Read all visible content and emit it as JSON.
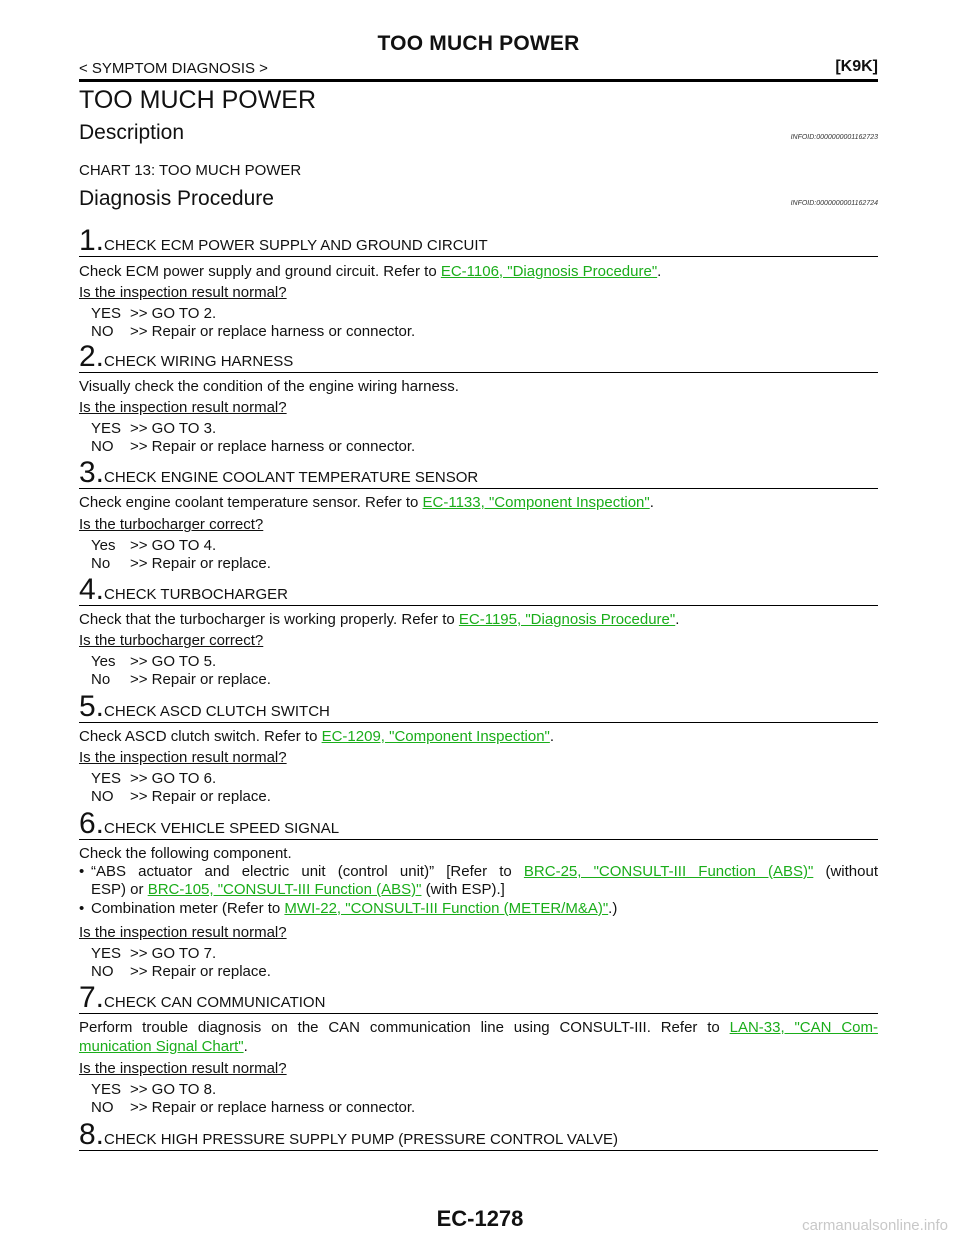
{
  "header": {
    "title": "TOO MUCH POWER",
    "left": "< SYMPTOM DIAGNOSIS >",
    "right": "[K9K]"
  },
  "main_title": "TOO MUCH POWER",
  "description": {
    "heading": "Description",
    "infoid": "INFOID:0000000001162723",
    "text": "CHART 13: TOO MUCH POWER"
  },
  "procedure": {
    "heading": "Diagnosis Procedure",
    "infoid": "INFOID:0000000001162724"
  },
  "steps": [
    {
      "num": "1.",
      "title": "CHECK ECM POWER SUPPLY AND GROUND CIRCUIT",
      "text_pre": "Check ECM power supply and ground circuit. Refer to ",
      "link": "EC-1106, \"Diagnosis Procedure\"",
      "text_post": ".",
      "question": "Is the inspection result normal?",
      "yes_key": "YES",
      "yes": ">> GO TO 2.",
      "no_key": "NO",
      "no": ">> Repair or replace harness or connector."
    },
    {
      "num": "2.",
      "title": "CHECK WIRING HARNESS",
      "text": "Visually check the condition of the engine wiring harness.",
      "question": "Is the inspection result normal?",
      "yes_key": "YES",
      "yes": ">> GO TO 3.",
      "no_key": "NO",
      "no": ">> Repair or replace harness or connector."
    },
    {
      "num": "3.",
      "title": "CHECK ENGINE COOLANT TEMPERATURE SENSOR",
      "text_pre": "Check engine coolant temperature sensor. Refer to ",
      "link": "EC-1133, \"Component Inspection\"",
      "text_post": ".",
      "question": "Is the turbocharger correct?",
      "yes_key": "Yes",
      "yes": ">> GO TO 4.",
      "no_key": "No",
      "no": ">> Repair or replace."
    },
    {
      "num": "4.",
      "title": "CHECK TURBOCHARGER",
      "text_pre": "Check that the turbocharger is working properly. Refer to ",
      "link": "EC-1195, \"Diagnosis Procedure\"",
      "text_post": ".",
      "question": "Is the turbocharger correct?",
      "yes_key": "Yes",
      "yes": ">> GO TO 5.",
      "no_key": "No",
      "no": ">> Repair or replace."
    },
    {
      "num": "5.",
      "title": "CHECK ASCD CLUTCH SWITCH",
      "text_pre": "Check ASCD clutch switch. Refer to ",
      "link": "EC-1209, \"Component Inspection\"",
      "text_post": ".",
      "question": "Is the inspection result normal?",
      "yes_key": "YES",
      "yes": ">> GO TO 6.",
      "no_key": "NO",
      "no": ">> Repair or replace."
    },
    {
      "num": "6.",
      "title": "CHECK VEHICLE SPEED SIGNAL",
      "text": "Check the following component.",
      "b1_pre": "“ABS actuator and electric unit (control unit)” [Refer to ",
      "b1_link1": "BRC-25, \"CONSULT-III Function (ABS)\"",
      "b1_mid1": " (without",
      "b1_l2_pre": "ESP) or ",
      "b1_link2": "BRC-105, \"CONSULT-III Function (ABS)\"",
      "b1_l2_post": " (with ESP).]",
      "b2_pre": "Combination meter (Refer to ",
      "b2_link": "MWI-22, \"CONSULT-III Function (METER/M&A)\"",
      "b2_post": ".)",
      "question": "Is the inspection result normal?",
      "yes_key": "YES",
      "yes": ">> GO TO 7.",
      "no_key": "NO",
      "no": ">> Repair or replace."
    },
    {
      "num": "7.",
      "title": "CHECK CAN COMMUNICATION",
      "text_pre": "Perform trouble diagnosis on the CAN communication line using CONSULT-III. Refer to ",
      "link_a": "LAN-33, \"CAN Com-",
      "link_b": "munication Signal Chart\"",
      "text_post": ".",
      "question": "Is the inspection result normal?",
      "yes_key": "YES",
      "yes": ">> GO TO 8.",
      "no_key": "NO",
      "no": ">> Repair or replace harness or connector."
    },
    {
      "num": "8.",
      "title": "CHECK HIGH PRESSURE SUPPLY PUMP (PRESSURE CONTROL VALVE)"
    }
  ],
  "footer": {
    "page": "EC-1278"
  },
  "watermark": "carmanualsonline.info"
}
